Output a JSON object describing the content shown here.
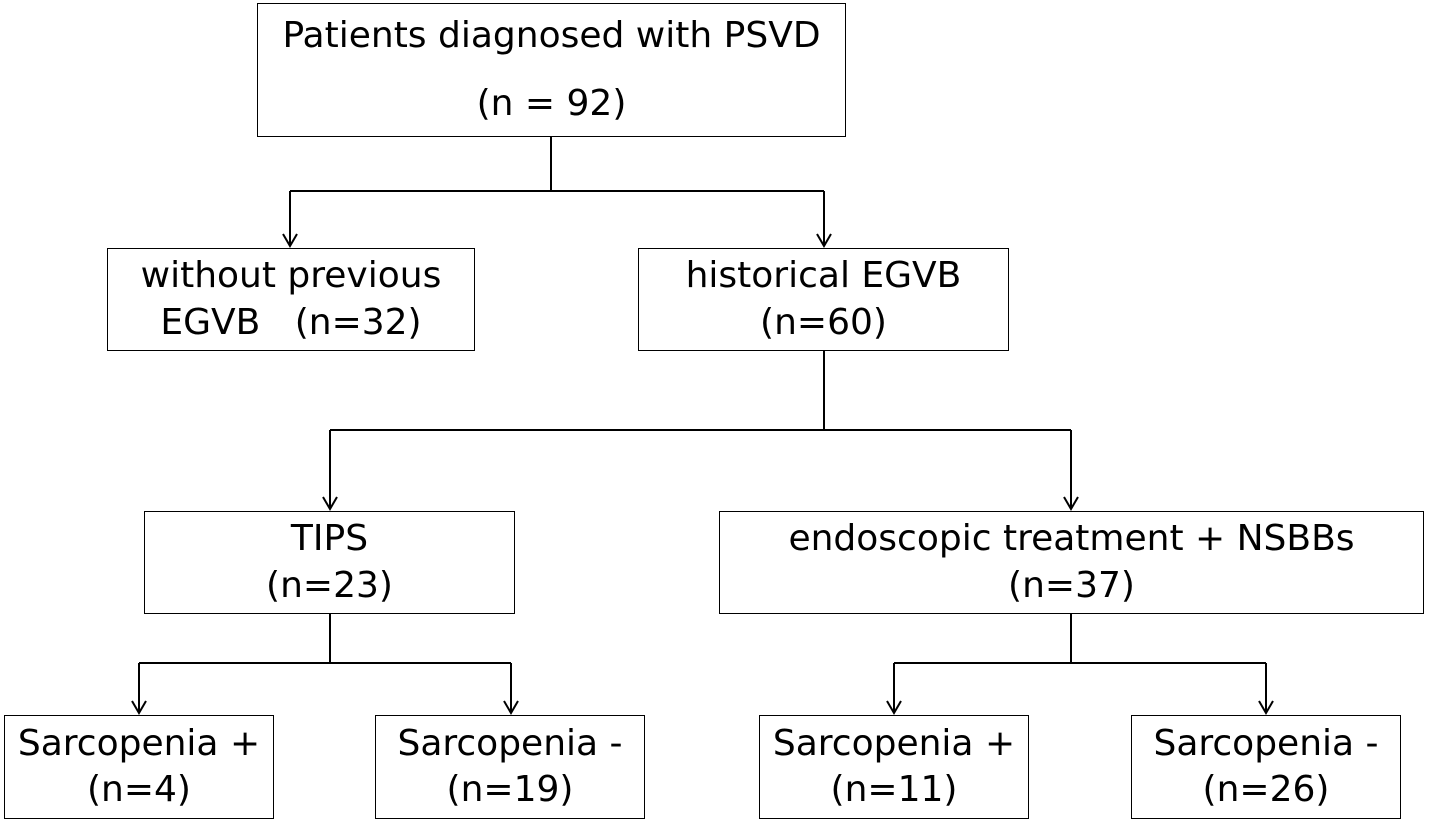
{
  "flowchart": {
    "root": {
      "line1": "Patients diagnosed with PSVD",
      "line2": "(n = 92)"
    },
    "without_egvb": {
      "line1": "without previous",
      "line2": "EGVB   (n=32)"
    },
    "historical_egvb": {
      "line1": "historical EGVB",
      "line2": "(n=60)"
    },
    "tips": {
      "line1": "TIPS",
      "line2": "(n=23)"
    },
    "endoscopic": {
      "line1": "endoscopic treatment + NSBBs",
      "line2": "(n=37)"
    },
    "tips_sarcopenia_pos": {
      "line1": "Sarcopenia +",
      "line2": "(n=4)"
    },
    "tips_sarcopenia_neg": {
      "line1": "Sarcopenia -",
      "line2": "(n=19)"
    },
    "endo_sarcopenia_pos": {
      "line1": "Sarcopenia +",
      "line2": "(n=11)"
    },
    "endo_sarcopenia_neg": {
      "line1": "Sarcopenia -",
      "line2": "(n=26)"
    }
  },
  "colors": {
    "line": "#000000",
    "background": "#ffffff"
  }
}
